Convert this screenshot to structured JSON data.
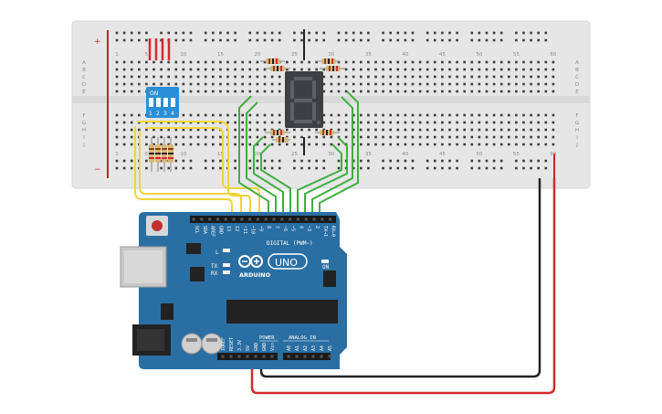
{
  "breadboard": {
    "col_numbers": [
      "1",
      "5",
      "10",
      "15",
      "20",
      "25",
      "30",
      "35",
      "40",
      "45",
      "50",
      "55",
      "60"
    ],
    "row_letters_top": [
      "A",
      "B",
      "C",
      "D",
      "E"
    ],
    "row_letters_bottom": [
      "F",
      "G",
      "H",
      "I",
      "J"
    ],
    "rail_plus": "+",
    "rail_minus": "−"
  },
  "dip_switch": {
    "on_label": "ON",
    "positions": [
      "1",
      "2",
      "3",
      "4"
    ]
  },
  "seven_segment": {
    "digit": "8"
  },
  "arduino": {
    "model": "UNO",
    "brand": "ARDUINO",
    "digital_header_label": "DIGITAL (PWM~)",
    "top_pins": [
      "SCL",
      "SDA",
      "AREF",
      "GND",
      "13",
      "12",
      "~11",
      "~10",
      "~9",
      "8",
      "7",
      "~6",
      "~5",
      "4",
      "~3",
      "2",
      "TX→1",
      "RX←0"
    ],
    "power_label": "POWER",
    "analog_label": "ANALOG IN",
    "power_pins": [
      "IOREF",
      "RESET",
      "3.3V",
      "5V",
      "GND",
      "GND",
      "Vin"
    ],
    "analog_pins": [
      "A0",
      "A1",
      "A2",
      "A3",
      "A4",
      "A5"
    ],
    "led_l": "L",
    "led_tx": "TX",
    "led_rx": "RX",
    "on_label": "ON"
  },
  "colors": {
    "board_blue": "#2a6fa3",
    "board_blue_dark": "#1d5480",
    "breadboard": "#e6e6e6",
    "wire_yellow": "#f1d43a",
    "wire_green": "#3fae3f",
    "wire_red": "#d42a2a",
    "wire_black": "#222222",
    "segment_display": "#3b4044",
    "segment_lit": "#4a5055",
    "dip_blue": "#2a8fd6",
    "resistor_body": "#d8b77a"
  }
}
